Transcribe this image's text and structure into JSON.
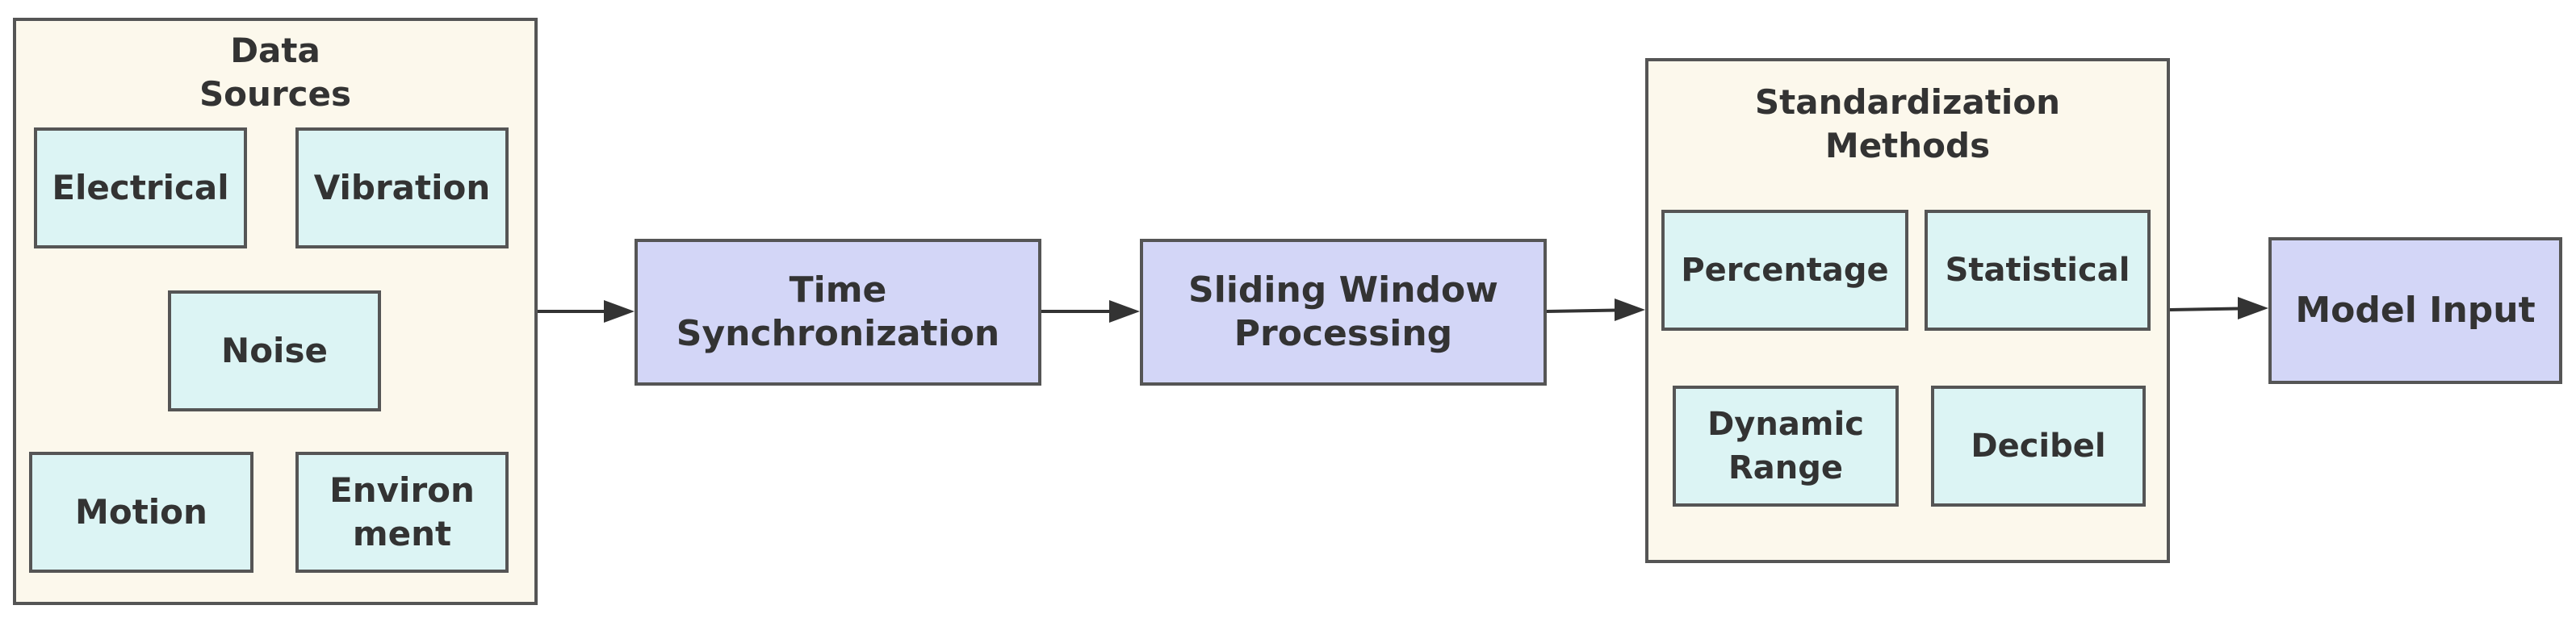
{
  "colors": {
    "group_fill": "#fcf8ec",
    "leaf_fill": "#dcf4f4",
    "process_fill": "#d3d6f7",
    "stroke": "#555555",
    "text": "#333333"
  },
  "data_sources": {
    "title": "Data\nSources",
    "items": [
      "Electrical",
      "Vibration",
      "Noise",
      "Motion",
      "Environ\nment"
    ]
  },
  "time_sync": {
    "label": "Time\nSynchronization"
  },
  "sliding_window": {
    "label": "Sliding Window\nProcessing"
  },
  "standardization": {
    "title": "Standardization\nMethods",
    "items": [
      "Percentage",
      "Statistical",
      "Dynamic\nRange",
      "Decibel"
    ]
  },
  "model_input": {
    "label": "Model Input"
  },
  "edges": [
    {
      "from": "data-sources",
      "to": "time-synchronization"
    },
    {
      "from": "time-synchronization",
      "to": "sliding-window-processing"
    },
    {
      "from": "sliding-window-processing",
      "to": "standardization-methods"
    },
    {
      "from": "standardization-methods",
      "to": "model-input"
    }
  ]
}
